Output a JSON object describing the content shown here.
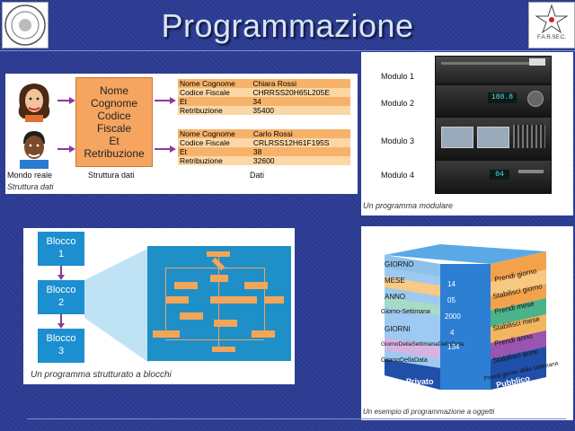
{
  "title": "Programmazione",
  "logo_right_text": "F.A.R.SE.C.",
  "panel1": {
    "struct_lines": [
      "Nome",
      "Cognome",
      "Codice",
      "Fiscale",
      "Et",
      "Retribuzione"
    ],
    "people": [
      {
        "rows": [
          [
            "Nome Cognome",
            "Chiara Rossi"
          ],
          [
            "Codice Fiscale",
            "CHRRSS20H65L205E"
          ],
          [
            "Et",
            "34"
          ],
          [
            "Retribuzione",
            "35400"
          ]
        ]
      },
      {
        "rows": [
          [
            "Nome Cognome",
            "Carlo Rossi"
          ],
          [
            "Codice Fiscale",
            "CRLRSS12H61F195S"
          ],
          [
            "Et",
            "38"
          ],
          [
            "Retribuzione",
            "32600"
          ]
        ]
      }
    ],
    "label_real": "Mondo reale",
    "label_struct": "Struttura dati",
    "label_data": "Dati",
    "caption": "Struttura dati"
  },
  "panel2": {
    "modules": [
      "Modulo 1",
      "Modulo 2",
      "Modulo 3",
      "Modulo 4"
    ],
    "displays": [
      "188.8",
      "04"
    ],
    "caption": "Un programma modulare"
  },
  "panel3": {
    "blocks": [
      [
        "Blocco",
        "1"
      ],
      [
        "Blocco",
        "2"
      ],
      [
        "Blocco",
        "3"
      ]
    ],
    "caption": "Un programma strutturato a blocchi"
  },
  "panel4": {
    "left_labels": [
      "GIORNO",
      "MESE",
      "ANNO",
      "Giorno-Settimana",
      "GIORNI",
      "GiornoDellaSettimanaDellaData",
      "GiornoDellaData"
    ],
    "values": [
      "14",
      "05",
      "2000",
      "4",
      "134"
    ],
    "right_labels": [
      "Prendi giorno",
      "Stabilisci giorno",
      "Prendi mese",
      "Stabilisci mese",
      "Prendi anno",
      "Stabilisci anno",
      "Prendi giorno della settimana"
    ],
    "bottom_left": "Privato",
    "bottom_right": "Pubblico",
    "caption": "Un esempio di programmazione a oggetti"
  },
  "colors": {
    "arrow": "#8a3b9c",
    "block": "#1b8fd0",
    "flow_bg": "#1f8fc7"
  }
}
